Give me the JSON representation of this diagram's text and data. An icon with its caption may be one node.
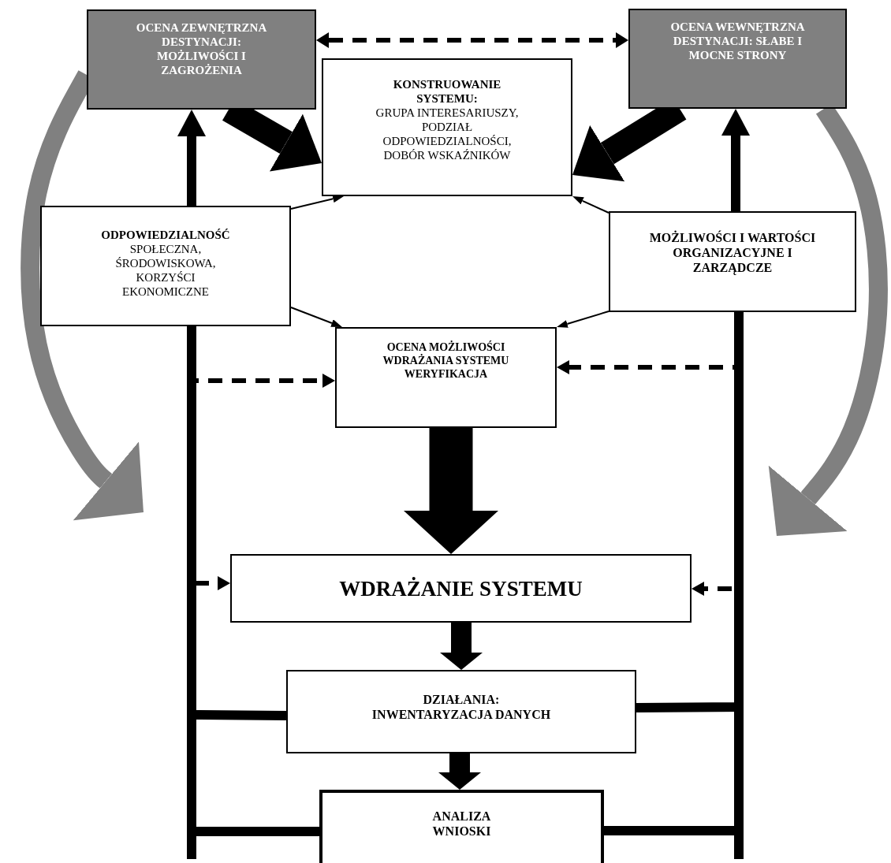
{
  "diagram": {
    "nodes": [
      {
        "text": [
          "OCENA ZEWNĘTRZNA DESTYNACJI: MOŻLIWOŚCI I ZAGROŻENIA"
        ]
      },
      {
        "text": [
          "OCENA WEWNĘTRZNA DESTYNACJI: SŁABE I MOCNE STRONY"
        ]
      },
      {
        "text": [
          "KONSTRUOWANIE SYSTEMU:",
          "GRUPA INTERESARIUSZY, PODZIAŁ ODPOWIEDZIALNOŚCI, DOBÓR WSKAŹNIKÓW"
        ]
      },
      {
        "text": [
          "ODPOWIEDZIALNOŚĆ",
          "SPOŁECZNA, ŚRODOWISKOWA, KORZYŚCI EKONOMICZNE"
        ]
      },
      {
        "text": [
          "MOŻLIWOŚCI I WARTOŚCI ORGANIZACYJNE I ZARZĄDCZE"
        ]
      },
      {
        "text": [
          "OCENA MOŻLIWOŚCI WDRAŻANIA SYSTEMU WERYFIKACJA"
        ]
      },
      {
        "text": [
          "WDRAŻANIE SYSTEMU"
        ]
      },
      {
        "text": [
          "DZIAŁANIA: INWENTARYZACJA DANYCH"
        ]
      },
      {
        "text": [
          "ANALIZA WNIOSKI"
        ]
      }
    ],
    "edges": [
      {
        "from": 0,
        "to": 1,
        "arrow": "both",
        "style": "dashed"
      },
      {
        "from": 0,
        "to": 2,
        "arrow": "to",
        "style": "thick"
      },
      {
        "from": 1,
        "to": 2,
        "arrow": "to",
        "style": "thick"
      },
      {
        "from": 3,
        "to": 0,
        "arrow": "to"
      },
      {
        "from": 4,
        "to": 1,
        "arrow": "to"
      },
      {
        "from": 3,
        "to": 2,
        "arrow": "to"
      },
      {
        "from": 4,
        "to": 2,
        "arrow": "to"
      },
      {
        "from": 3,
        "to": 5,
        "arrow": "to"
      },
      {
        "from": 4,
        "to": 5,
        "arrow": "to"
      },
      {
        "from": 3,
        "to": 5,
        "arrow": "to",
        "style": "dashed"
      },
      {
        "from": 3,
        "to": 6,
        "arrow": "to",
        "style": "dashed"
      },
      {
        "from": 3,
        "to": 7,
        "arrow": "none"
      },
      {
        "from": 3,
        "to": 8,
        "arrow": "none"
      },
      {
        "from": 4,
        "to": 5,
        "arrow": "to",
        "style": "dashed"
      },
      {
        "from": 4,
        "to": 6,
        "arrow": "to",
        "style": "dashed"
      },
      {
        "from": 4,
        "to": 7,
        "arrow": "none"
      },
      {
        "from": 4,
        "to": 8,
        "arrow": "none"
      },
      {
        "from": 5,
        "to": 6,
        "arrow": "to",
        "style": "thick"
      },
      {
        "from": 6,
        "to": 7,
        "arrow": "to",
        "style": "thick"
      },
      {
        "from": 7,
        "to": 8,
        "arrow": "to",
        "style": "thick"
      },
      {
        "from": 0,
        "to": null,
        "arrow": "to",
        "style": "thick",
        "color": "#808080"
      },
      {
        "from": 1,
        "to": null,
        "arrow": "to",
        "style": "thick",
        "color": "#808080"
      }
    ]
  }
}
